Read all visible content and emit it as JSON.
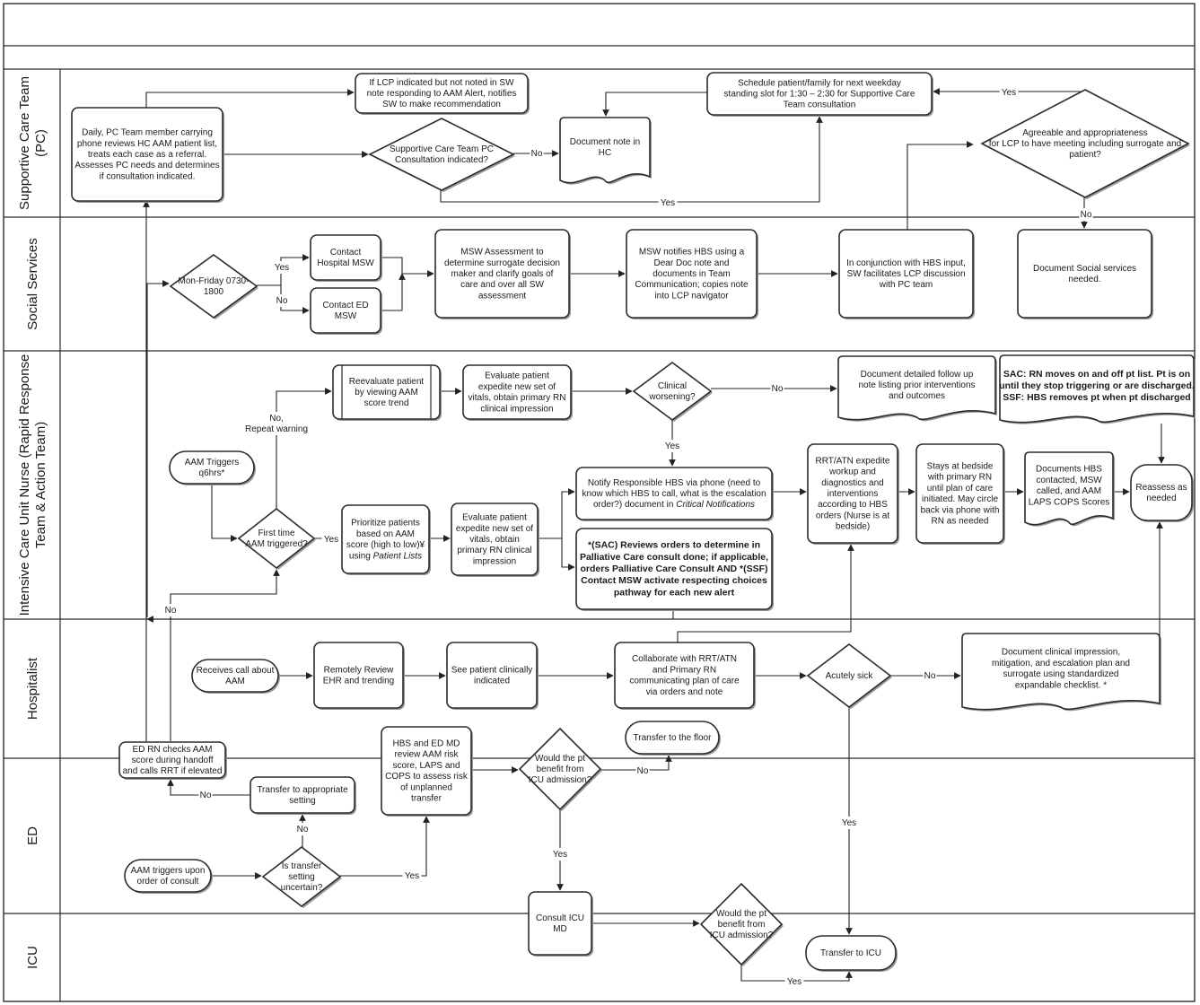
{
  "lanes": [
    {
      "id": "pc",
      "label": [
        "Supportive Care Team",
        "(PC)"
      ]
    },
    {
      "id": "ss",
      "label": [
        "Social Services"
      ]
    },
    {
      "id": "icu_rn",
      "label": [
        "Intensive Care Unit Nurse (Rapid Response",
        "Team & Action Team)"
      ]
    },
    {
      "id": "hosp",
      "label": [
        "Hospitalist"
      ]
    },
    {
      "id": "ed",
      "label": [
        "ED"
      ]
    },
    {
      "id": "icu",
      "label": [
        "ICU"
      ]
    }
  ],
  "nodes": {
    "pc_daily": {
      "shape": "rect",
      "text": [
        "Daily, PC Team member carrying",
        "phone reviews HC AAM patient list,",
        "treats each case as a referral.",
        "Assesses PC needs and determines",
        "if consultation indicated."
      ]
    },
    "lcp_not_noted": {
      "shape": "rect",
      "text": [
        "If LCP indicated but not noted in SW",
        "note responding to AAM Alert, notifies",
        "SW to make recommendation"
      ]
    },
    "pc_consult_ind": {
      "shape": "diamond",
      "text": [
        "Supportive Care Team PC",
        "Consultation indicated?"
      ]
    },
    "doc_note_hc": {
      "shape": "document",
      "text": [
        "Document note in",
        "HC"
      ]
    },
    "schedule": {
      "shape": "rect",
      "text": [
        "Schedule patient/family for next weekday",
        "standing slot for 1:30 – 2:30 for Supportive Care",
        "Team consultation"
      ]
    },
    "agreeable": {
      "shape": "diamond",
      "text": [
        "Agreeable and appropriateness",
        "for LCP to have meeting including surrogate and",
        "patient?"
      ]
    },
    "mon_fri": {
      "shape": "diamond",
      "text": [
        "Mon-Friday 0730-",
        "1800"
      ]
    },
    "contact_hosp_msw": {
      "shape": "rect",
      "text": [
        "Contact",
        "Hospital MSW"
      ]
    },
    "contact_ed_msw": {
      "shape": "rect",
      "text": [
        "Contact ED",
        "MSW"
      ]
    },
    "msw_assess": {
      "shape": "rect",
      "text": [
        "MSW Assessment to",
        "determine surrogate decision",
        "maker and clarify goals of",
        "care and over all SW",
        "assessment"
      ]
    },
    "msw_notifies": {
      "shape": "rect",
      "text": [
        "MSW notifies HBS using a",
        "Dear Doc note and",
        "documents in Team",
        "Communication; copies note",
        "into LCP navigator"
      ]
    },
    "sw_facilitates": {
      "shape": "rect",
      "text": [
        "In conjunction with HBS input,",
        "SW facilitates LCP discussion",
        "with PC team"
      ]
    },
    "doc_social": {
      "shape": "rect",
      "text": [
        "Document Social services",
        "needed."
      ]
    },
    "reevaluate": {
      "shape": "process",
      "text": [
        "Reevaluate patient",
        "by viewing AAM",
        "score trend"
      ]
    },
    "eval_expedite1": {
      "shape": "rect",
      "text": [
        "Evaluate patient",
        "expedite new set of",
        "vitals, obtain primary RN",
        "clinical impression"
      ]
    },
    "clin_worse": {
      "shape": "diamond",
      "text": [
        "Clinical",
        "worsening?"
      ]
    },
    "doc_followup": {
      "shape": "document",
      "text": [
        "Document detailed follow up",
        "note listing prior interventions",
        "and outcomes"
      ]
    },
    "sac_ssf": {
      "shape": "document",
      "bold": true,
      "text": [
        "SAC: RN moves on and off pt list. Pt is on",
        "until they stop triggering or are discharged.",
        "SSF: HBS removes pt when pt discharged"
      ]
    },
    "aam_trig6": {
      "shape": "terminator",
      "text": [
        "AAM Triggers",
        "q6hrs*"
      ]
    },
    "first_time": {
      "shape": "diamond",
      "text": [
        "First time",
        "AAM triggered?"
      ]
    },
    "prioritize": {
      "shape": "rect",
      "text": [
        "Prioritize patients",
        "based on AAM",
        "score (high to low)¥",
        "using |Patient Lists|"
      ]
    },
    "eval_expedite2": {
      "shape": "rect",
      "text": [
        "Evaluate patient",
        "expedite new set of",
        "vitals, obtain",
        "primary RN clinical",
        "impression"
      ]
    },
    "notify_hbs": {
      "shape": "rect",
      "text": [
        "Notify Responsible HBS via phone (need to",
        "know which HBS to call, what is the escalation",
        "order?) document in |Critical Notifications|"
      ]
    },
    "sac_reviews": {
      "shape": "rect",
      "bold": true,
      "text": [
        "*(SAC) Reviews orders to determine in",
        "Palliative Care consult done; if applicable,",
        "orders Palliative Care Consult AND *(SSF)",
        "Contact MSW activate respecting choices",
        "pathway for each new alert"
      ]
    },
    "rrt_expedite": {
      "shape": "rect",
      "text": [
        "RRT/ATN expedite",
        "workup and",
        "diagnostics and",
        "interventions",
        "according to HBS",
        "orders (Nurse is at",
        "bedside)"
      ]
    },
    "stays_bedside": {
      "shape": "rect",
      "text": [
        "Stays at bedside",
        "with primary RN",
        "until plan of care",
        "initiated. May circle",
        "back via phone with",
        "RN as needed"
      ]
    },
    "documents_hbs": {
      "shape": "document",
      "text": [
        "Documents HBS",
        "contacted, MSW",
        "called, and AAM",
        "LAPS COPS Scores"
      ]
    },
    "reassess": {
      "shape": "terminator",
      "text": [
        "Reassess as",
        "needed"
      ]
    },
    "receives_call": {
      "shape": "terminator",
      "text": [
        "Receives call about",
        "AAM"
      ]
    },
    "remote_review": {
      "shape": "rect",
      "text": [
        "Remotely Review",
        "EHR and trending"
      ]
    },
    "see_patient": {
      "shape": "rect",
      "text": [
        "See patient clinically",
        "indicated"
      ]
    },
    "collaborate": {
      "shape": "rect",
      "text": [
        "Collaborate with RRT/ATN",
        "and Primary RN",
        "communicating plan of care",
        "via orders and note"
      ]
    },
    "acutely_sick": {
      "shape": "diamond",
      "text": [
        "Acutely sick"
      ]
    },
    "doc_clinical": {
      "shape": "document",
      "text": [
        "Document clinical impression,",
        "mitigation, and escalation plan and",
        "surrogate using standardized",
        "expandable checklist. *"
      ]
    },
    "ed_rn_checks": {
      "shape": "rect",
      "text": [
        "ED RN checks AAM",
        "score during handoff",
        "and calls RRT if elevated"
      ]
    },
    "transfer_setting": {
      "shape": "rect",
      "text": [
        "Transfer to appropriate",
        "setting"
      ]
    },
    "hbs_ed_md": {
      "shape": "rect",
      "text": [
        "HBS and ED MD",
        "review AAM risk",
        "score, LAPS and",
        "COPS to assess risk",
        "of unplanned",
        "transfer"
      ]
    },
    "benefit_icu1": {
      "shape": "diamond",
      "text": [
        "Would the pt",
        "benefit from",
        "ICU admission?"
      ]
    },
    "transfer_floor": {
      "shape": "terminator",
      "text": [
        "Transfer to the floor"
      ]
    },
    "aam_consult": {
      "shape": "terminator",
      "text": [
        "AAM triggers upon",
        "order of consult"
      ]
    },
    "transfer_uncertain": {
      "shape": "diamond",
      "text": [
        "Is transfer",
        "setting",
        "uncertain?"
      ]
    },
    "consult_icu": {
      "shape": "rect",
      "text": [
        "Consult ICU",
        "MD"
      ]
    },
    "benefit_icu2": {
      "shape": "diamond",
      "text": [
        "Would the pt",
        "benefit from",
        "ICU admission?"
      ]
    },
    "transfer_icu": {
      "shape": "terminator",
      "text": [
        "Transfer to ICU"
      ]
    }
  },
  "edge_labels": {
    "no": "No",
    "yes": "Yes",
    "no_repeat": [
      "No,",
      "Repeat warning"
    ]
  }
}
